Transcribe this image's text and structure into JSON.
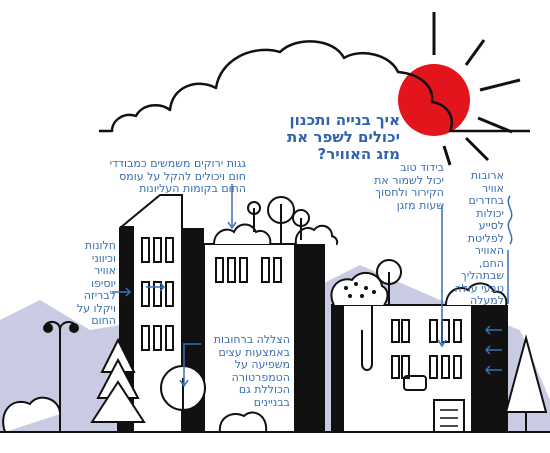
{
  "title": "איך בנייה ותכנון\nיכולים לשפר את\nמזג האוויר?",
  "annotations": {
    "green_roofs": "גגות ירוקים משמשים כמבודדי\nחום ויכולים להקל על עומס\nהחום בקומות העליונות",
    "insulation": "בידוד טוב\nיכול לשמור את\nהקירור ולחסוך\nשעות מזגן",
    "ducts": "ארובות\nאוויר\nבחדרים\nיכולות\nלסייע\nלפליטת\nהאוויר\nהחם,\nשבתהליך\nטבעי עולה\nלמעלה",
    "windows": "חלונות\nוכיווני\nאוויר\nיוסיפו\nלבריזה\nויקלו על\nהחום",
    "trees": "הצללה ברחובות\nבאמצעות עצים\nמשפיעה על\nהטמפרטורה\nהכוללת גם\nבבניינים"
  },
  "colors": {
    "accent_blue": "#3a6fb6",
    "sun_red": "#e3141b",
    "hill_lavender": "#c9cbe3",
    "ink": "#111111"
  },
  "icons": [
    "sun-icon",
    "cloud-icon",
    "tree-icon",
    "street-lamp-icon",
    "arrow-icon",
    "wave-icon"
  ]
}
